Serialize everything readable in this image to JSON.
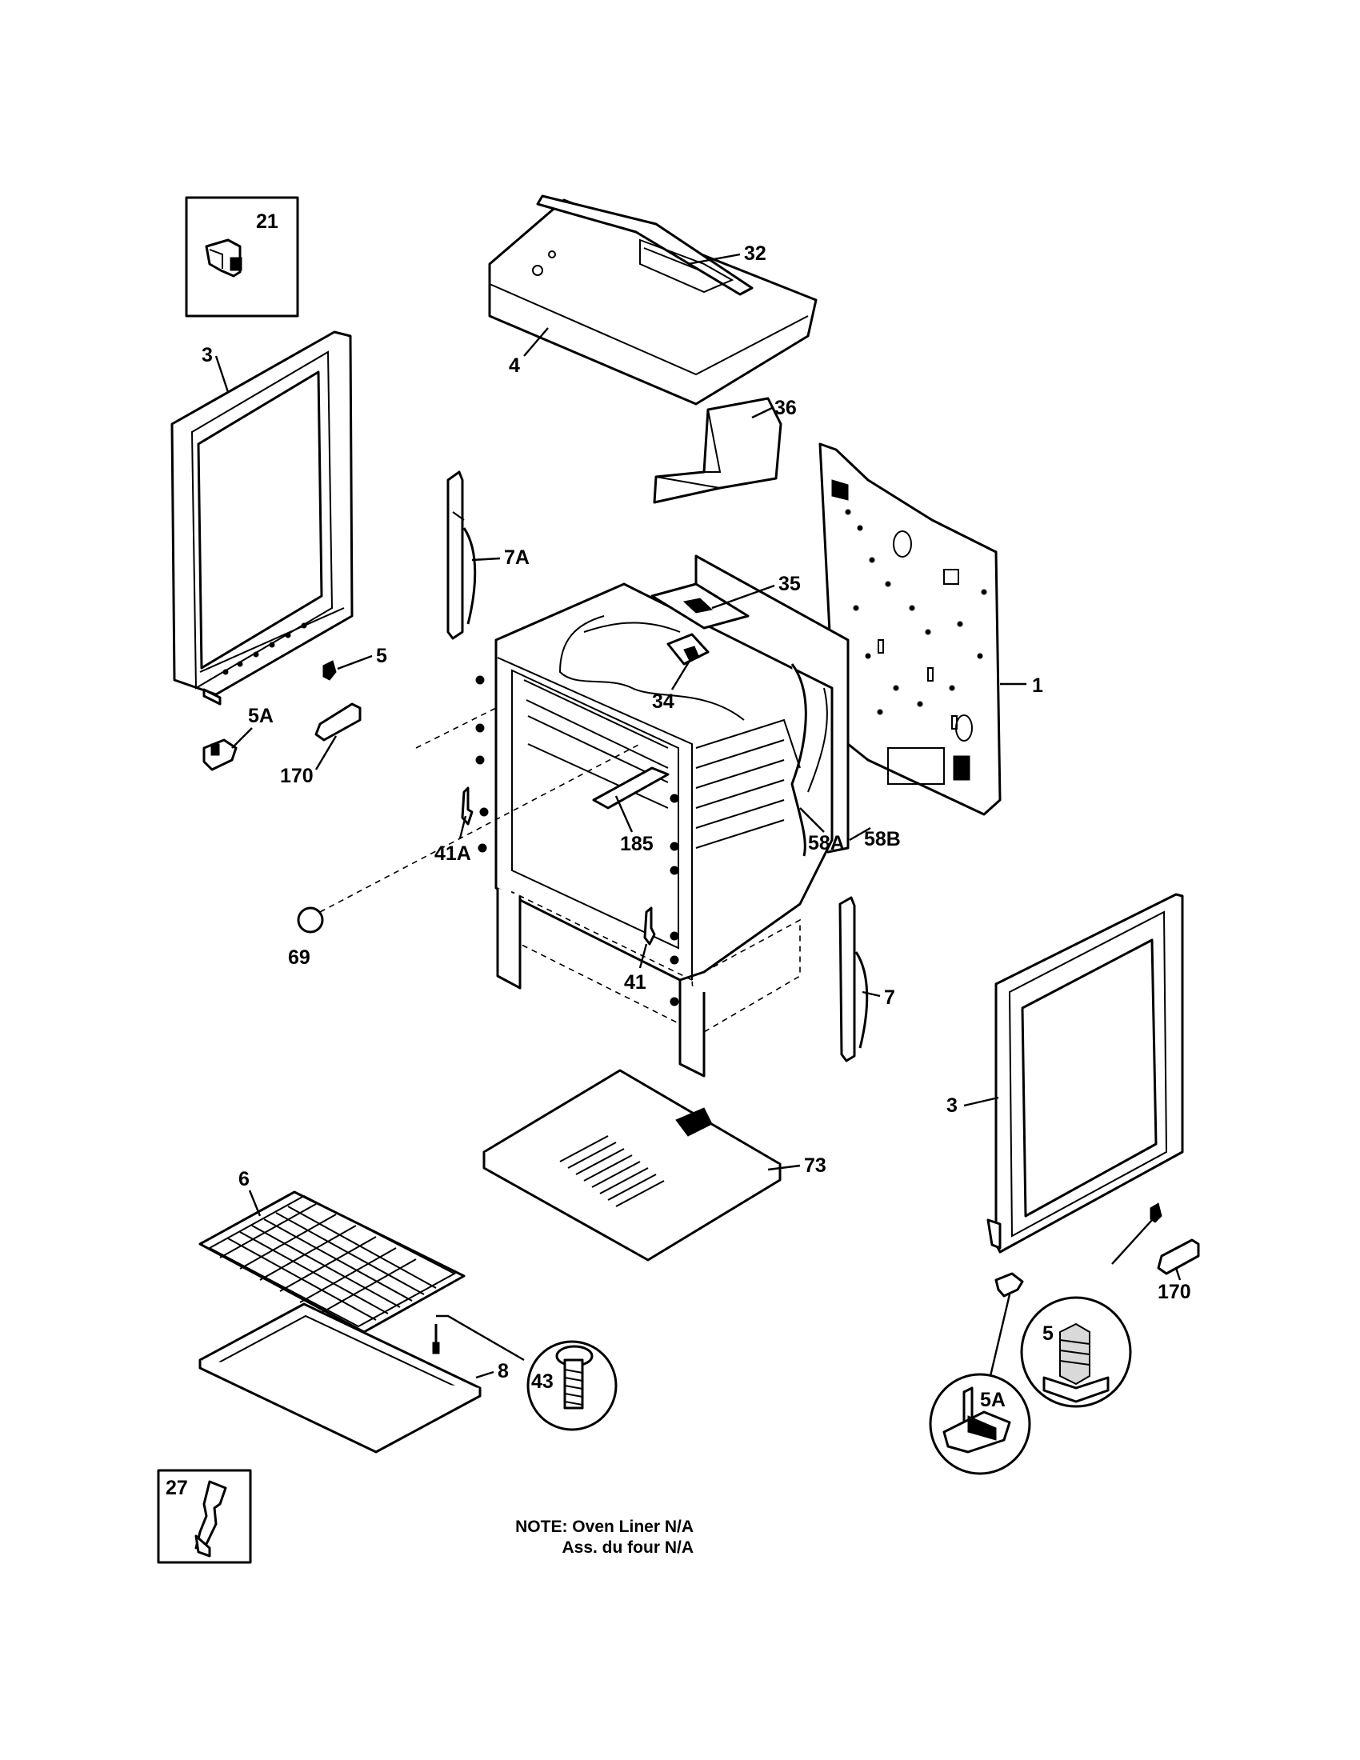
{
  "callouts": {
    "c21": "21",
    "c32": "32",
    "c4": "4",
    "c3_left": "3",
    "c36": "36",
    "c7A": "7A",
    "c35": "35",
    "c1": "1",
    "c5_left": "5",
    "c34": "34",
    "c5A_left": "5A",
    "c170_left": "170",
    "c185": "185",
    "c41A": "41A",
    "c58A": "58A",
    "c58B": "58B",
    "c69": "69",
    "c41": "41",
    "c7": "7",
    "c3_right": "3",
    "c73": "73",
    "c6": "6",
    "c8": "8",
    "c43": "43",
    "c170_right": "170",
    "c5_right": "5",
    "c5A_right": "5A",
    "c27": "27"
  },
  "note": {
    "line1": "NOTE: Oven Liner N/A",
    "line2": "Ass. du four N/A"
  }
}
